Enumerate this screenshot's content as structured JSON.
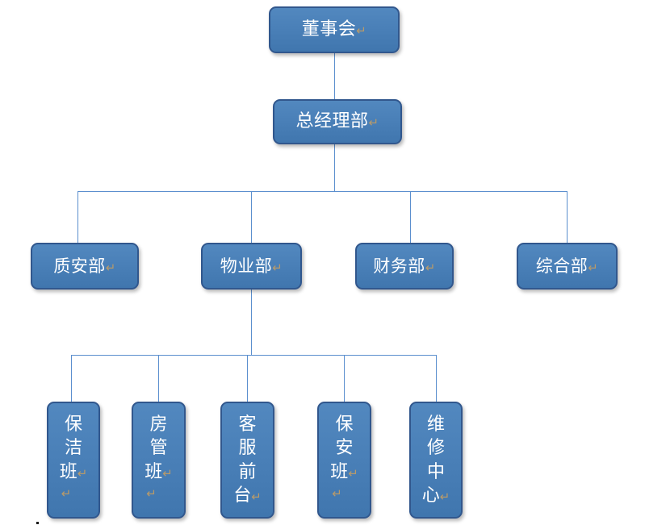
{
  "chart_data": {
    "type": "diagram",
    "title": "物业管理公司组织架构图",
    "diagram_kind": "organization-chart",
    "orientation": "top-down",
    "levels": 4,
    "colors": {
      "node_fill": "#4a80b8",
      "node_fill_top": "#5288bf",
      "node_border": "#31578d",
      "connector": "#5b8fce",
      "node_text": "#ffffff",
      "pilcrow": "#b89a6a",
      "background": "#ffffff"
    },
    "nodes": [
      {
        "id": "board",
        "label": "董事会",
        "level": 1,
        "parent": null,
        "pilcrow": "↵",
        "extra_pilcrow": false,
        "orientation": "horizontal"
      },
      {
        "id": "gm",
        "label": "总经理部",
        "level": 2,
        "parent": "board",
        "pilcrow": "↵",
        "extra_pilcrow": false,
        "orientation": "horizontal"
      },
      {
        "id": "quality",
        "label": "质安部",
        "level": 3,
        "parent": "gm",
        "pilcrow": "↵",
        "extra_pilcrow": false,
        "orientation": "horizontal"
      },
      {
        "id": "property",
        "label": "物业部",
        "level": 3,
        "parent": "gm",
        "pilcrow": "↵",
        "extra_pilcrow": false,
        "orientation": "horizontal"
      },
      {
        "id": "finance",
        "label": "财务部",
        "level": 3,
        "parent": "gm",
        "pilcrow": "↵",
        "extra_pilcrow": false,
        "orientation": "horizontal"
      },
      {
        "id": "general",
        "label": "综合部",
        "level": 3,
        "parent": "gm",
        "pilcrow": "↵",
        "extra_pilcrow": false,
        "orientation": "horizontal"
      },
      {
        "id": "cleaning",
        "label": "保洁班",
        "level": 4,
        "parent": "property",
        "pilcrow": "↵",
        "extra_pilcrow": true,
        "orientation": "vertical"
      },
      {
        "id": "housing",
        "label": "房管班",
        "level": 4,
        "parent": "property",
        "pilcrow": "↵",
        "extra_pilcrow": true,
        "orientation": "vertical"
      },
      {
        "id": "frontdesk",
        "label": "客服前台",
        "level": 4,
        "parent": "property",
        "pilcrow": "↵",
        "extra_pilcrow": false,
        "orientation": "vertical"
      },
      {
        "id": "security",
        "label": "保安班",
        "level": 4,
        "parent": "property",
        "pilcrow": "↵",
        "extra_pilcrow": true,
        "orientation": "vertical"
      },
      {
        "id": "maintain",
        "label": "维修中心",
        "level": 4,
        "parent": "property",
        "pilcrow": "↵",
        "extra_pilcrow": false,
        "orientation": "vertical"
      }
    ],
    "edges": [
      {
        "from": "board",
        "to": "gm"
      },
      {
        "from": "gm",
        "to": "quality"
      },
      {
        "from": "gm",
        "to": "property"
      },
      {
        "from": "gm",
        "to": "finance"
      },
      {
        "from": "gm",
        "to": "general"
      },
      {
        "from": "property",
        "to": "cleaning"
      },
      {
        "from": "property",
        "to": "housing"
      },
      {
        "from": "property",
        "to": "frontdesk"
      },
      {
        "from": "property",
        "to": "security"
      },
      {
        "from": "property",
        "to": "maintain"
      }
    ]
  },
  "nodes": {
    "board": {
      "text": "董事会",
      "mark": "↵"
    },
    "gm": {
      "text": "总经理部",
      "mark": "↵"
    },
    "quality": {
      "text": "质安部",
      "mark": "↵"
    },
    "property": {
      "text": "物业部",
      "mark": "↵"
    },
    "finance": {
      "text": "财务部",
      "mark": "↵"
    },
    "general": {
      "text": "综合部",
      "mark": "↵"
    },
    "cleaning": {
      "text": "保\n洁\n班",
      "mark": "↵",
      "mark2": "↵"
    },
    "housing": {
      "text": "房\n管\n班",
      "mark": "↵",
      "mark2": "↵"
    },
    "frontdesk": {
      "text": "客\n服\n前\n台",
      "mark": "↵"
    },
    "security": {
      "text": "保\n安\n班",
      "mark": "↵",
      "mark2": "↵"
    },
    "maintain": {
      "text": "维\n修\n中\n心",
      "mark": "↵"
    }
  }
}
